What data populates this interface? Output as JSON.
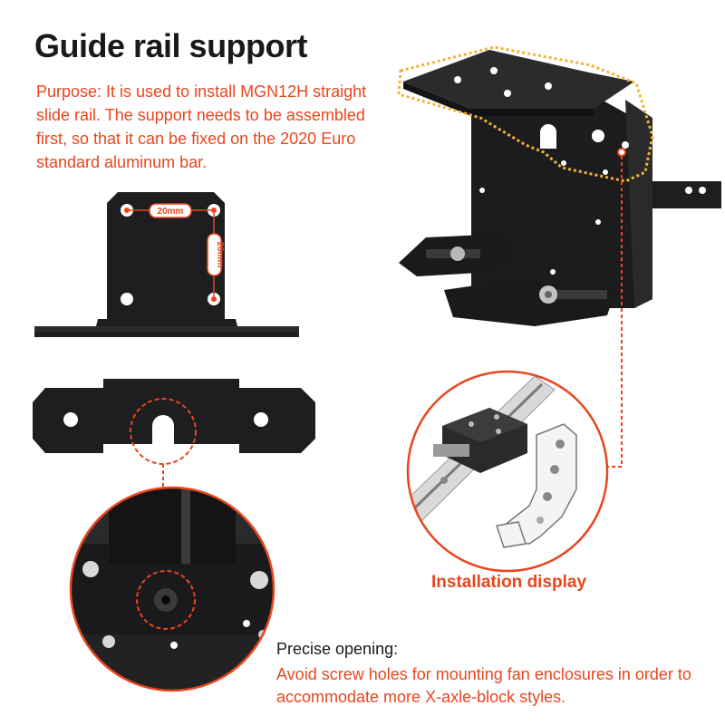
{
  "title": "Guide rail support",
  "purpose": "Purpose: It is used to install MGN12H straight slide rail. The support needs to be assembled first, so that it can be fixed on the 2020 Euro standard aluminum bar.",
  "dimensions": {
    "horizontal": "20mm",
    "vertical": "20mm"
  },
  "installation_caption": "Installation display",
  "precise_heading": "Precise opening:",
  "precise_body": "Avoid screw holes for mounting fan enclosures in order to accommodate more X-axle-block styles.",
  "colors": {
    "accent": "#e8461e",
    "metal": "#1e1e20",
    "highlight": "#f2b233"
  }
}
